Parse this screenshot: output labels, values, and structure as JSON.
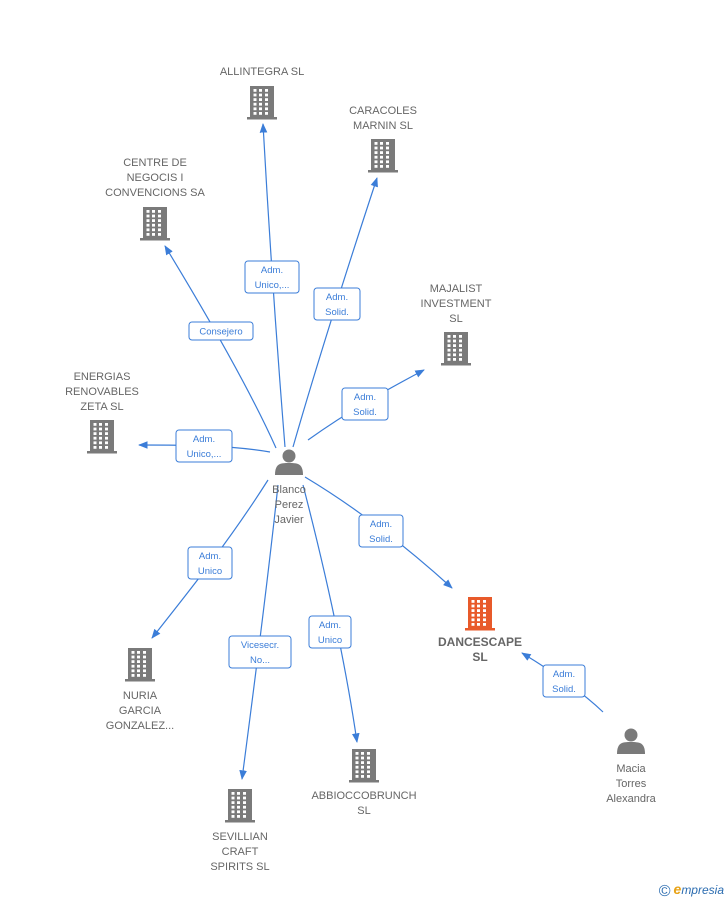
{
  "colors": {
    "edge": "#3b7dd8",
    "building": "#7a7a7a",
    "building_highlight": "#e85a2a",
    "person": "#7a7a7a",
    "label": "#666666"
  },
  "nodes": [
    {
      "id": "allintegra",
      "kind": "company",
      "icon": "building-icon",
      "lines": [
        "ALLINTEGRA SL"
      ]
    },
    {
      "id": "caracoles",
      "kind": "company",
      "icon": "building-icon",
      "lines": [
        "CARACOLES",
        "MARNIN  SL"
      ]
    },
    {
      "id": "centre",
      "kind": "company",
      "icon": "building-icon",
      "lines": [
        "CENTRE DE",
        "NEGOCIS I",
        "CONVENCIONS SA"
      ]
    },
    {
      "id": "majalist",
      "kind": "company",
      "icon": "building-icon",
      "lines": [
        "MAJALIST",
        "INVESTMENT",
        "SL"
      ]
    },
    {
      "id": "energias",
      "kind": "company",
      "icon": "building-icon",
      "lines": [
        "ENERGIAS",
        "RENOVABLES",
        "ZETA  SL"
      ]
    },
    {
      "id": "blanco",
      "kind": "person",
      "icon": "person-icon",
      "lines": [
        "Blanco",
        "Perez",
        "Javier"
      ]
    },
    {
      "id": "dancescape",
      "kind": "company",
      "icon": "building-icon",
      "highlight": true,
      "lines": [
        "DANCESCAPE",
        "SL"
      ]
    },
    {
      "id": "nuria",
      "kind": "company",
      "icon": "building-icon",
      "lines": [
        "NURIA",
        "GARCIA",
        "GONZALEZ..."
      ]
    },
    {
      "id": "abbiocco",
      "kind": "company",
      "icon": "building-icon",
      "lines": [
        "ABBIOCCOBRUNCH",
        "SL"
      ]
    },
    {
      "id": "sevillian",
      "kind": "company",
      "icon": "building-icon",
      "lines": [
        "SEVILLIAN",
        "CRAFT",
        "SPIRITS  SL"
      ]
    },
    {
      "id": "macia",
      "kind": "person",
      "icon": "person-icon",
      "lines": [
        "Macia",
        "Torres",
        "Alexandra"
      ]
    }
  ],
  "edges": [
    {
      "from": "blanco",
      "to": "allintegra",
      "label": [
        "Adm.",
        "Unico,..."
      ]
    },
    {
      "from": "blanco",
      "to": "caracoles",
      "label": [
        "Adm.",
        "Solid."
      ]
    },
    {
      "from": "blanco",
      "to": "centre",
      "label": [
        "Consejero"
      ]
    },
    {
      "from": "blanco",
      "to": "majalist",
      "label": [
        "Adm.",
        "Solid."
      ]
    },
    {
      "from": "blanco",
      "to": "energias",
      "label": [
        "Adm.",
        "Unico,..."
      ]
    },
    {
      "from": "blanco",
      "to": "dancescape",
      "label": [
        "Adm.",
        "Solid."
      ]
    },
    {
      "from": "blanco",
      "to": "nuria",
      "label": [
        "Adm.",
        "Unico"
      ]
    },
    {
      "from": "blanco",
      "to": "sevillian",
      "label": [
        "Vicesecr.",
        "No..."
      ]
    },
    {
      "from": "blanco",
      "to": "abbiocco",
      "label": [
        "Adm.",
        "Unico"
      ]
    },
    {
      "from": "macia",
      "to": "dancescape",
      "label": [
        "Adm.",
        "Solid."
      ]
    }
  ],
  "brand": {
    "symbol": "©",
    "initial": "e",
    "rest": "mpresia"
  }
}
